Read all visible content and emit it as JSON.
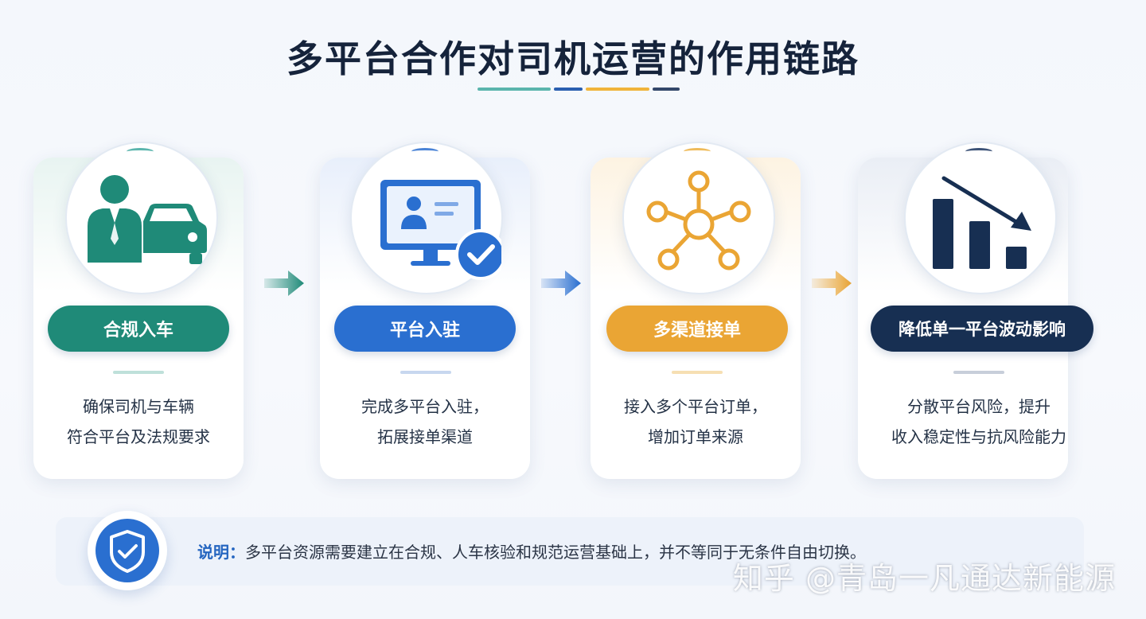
{
  "title": "多平台合作对司机运营的作用链路",
  "steps": [
    {
      "label": "合规入车",
      "desc_line1": "确保司机与车辆",
      "desc_line2": "符合平台及法规要求",
      "icon": "driver-car-icon",
      "color": "#1f8a78"
    },
    {
      "label": "平台入驻",
      "desc_line1": "完成多平台入驻，",
      "desc_line2": "拓展接单渠道",
      "icon": "monitor-check-icon",
      "color": "#2a6fd0"
    },
    {
      "label": "多渠道接单",
      "desc_line1": "接入多个平台订单，",
      "desc_line2": "增加订单来源",
      "icon": "network-nodes-icon",
      "color": "#eaa534"
    },
    {
      "label": "降低单一平台波动影响",
      "desc_line1": "分散平台风险，提升",
      "desc_line2": "收入稳定性与抗风险能力",
      "icon": "declining-bars-icon",
      "color": "#172f52"
    }
  ],
  "note": {
    "label": "说明：",
    "text": "多平台资源需要建立在合规、人车核验和规范运营基础上，并不等同于无条件自由切换。",
    "icon": "shield-check-icon"
  },
  "watermark": "知乎 @青岛一凡通达新能源"
}
